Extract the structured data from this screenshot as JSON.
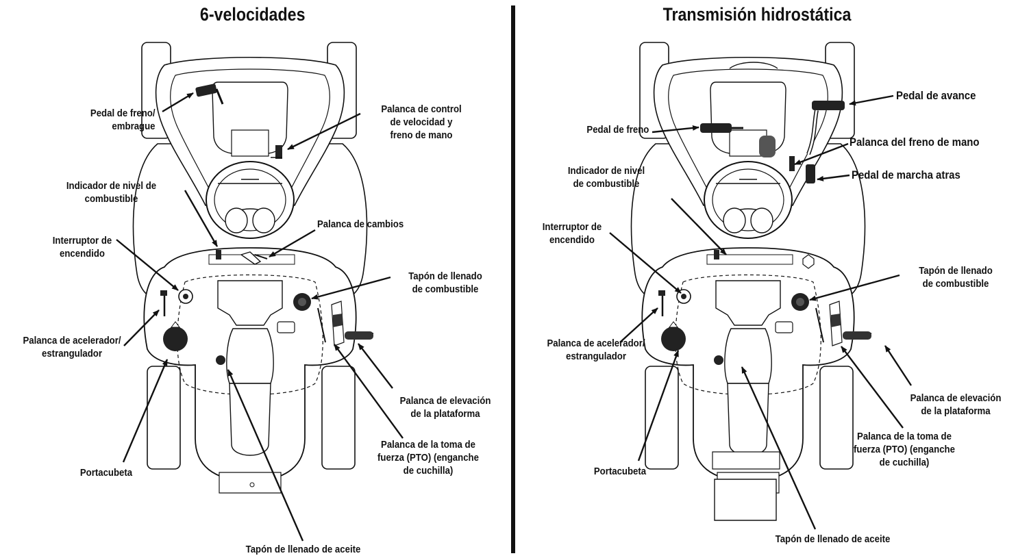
{
  "panels": {
    "left": {
      "title": "6-velocidades",
      "labels": {
        "brake_clutch": "Pedal de freno/\nembrague",
        "speed_control": "Palanca de control\nde velocidad y\nfreno de mano",
        "fuel_gauge": "Indicador de nivel de\ncombustible",
        "shift_lever": "Palanca de cambios",
        "ignition": "Interruptor de\nencendido",
        "fuel_cap": "Tapón de llenado\nde combustible",
        "throttle": "Palanca de acelerador/\nestrangulador",
        "deck_lift": "Palanca de elevación\nde la plataforma",
        "pto": "Palanca de la toma de\nfuerza (PTO) (enganche\nde cuchilla)",
        "cup_holder": "Portacubeta",
        "oil_cap": "Tapón de llenado de aceite"
      }
    },
    "right": {
      "title": "Transmisión hidrostática",
      "labels": {
        "forward_pedal": "Pedal de avance",
        "brake_pedal": "Pedal de freno",
        "parking_brake": "Palanca del freno de mano",
        "reverse_pedal": "Pedal de marcha atras",
        "fuel_gauge": "Indicador de nivel\nde combustible",
        "ignition": "Interruptor de\nencendido",
        "fuel_cap": "Tapón de llenado\nde combustible",
        "throttle": "Palanca de acelerador/\nestrangulador",
        "deck_lift": "Palanca de elevación\nde la plataforma",
        "pto": "Palanca de la toma de\nfuerza (PTO) (enganche\nde cuchilla)",
        "cup_holder": "Portacubeta",
        "oil_cap": "Tapón de llenado de aceite"
      }
    }
  }
}
